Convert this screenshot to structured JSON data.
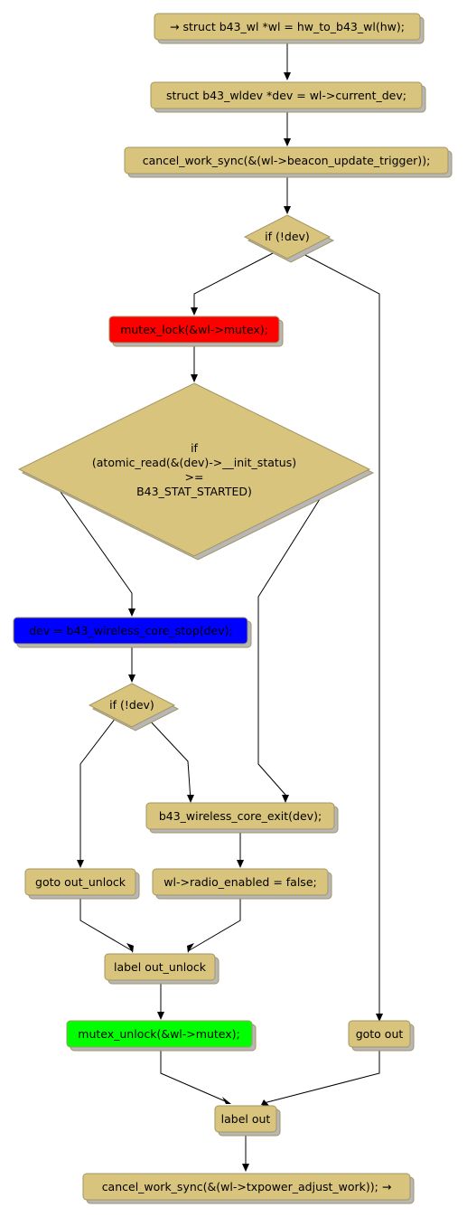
{
  "colors": {
    "default": "#d9c47d",
    "lock": "#ff0000",
    "stop": "#0000ff",
    "unlock": "#00ff00"
  },
  "nodes": {
    "n1": "→ struct b43_wl *wl = hw_to_b43_wl(hw);",
    "n2": "struct b43_wldev *dev = wl->current_dev;",
    "n3": "cancel_work_sync(&(wl->beacon_update_trigger));",
    "d1": "if (!dev)",
    "n4": "mutex_lock(&wl->mutex);",
    "d2": [
      "if",
      "(atomic_read(&(dev)->__init_status)",
      ">=",
      "B43_STAT_STARTED)"
    ],
    "n5": "dev = b43_wireless_core_stop(dev);",
    "d3": "if (!dev)",
    "n6": "b43_wireless_core_exit(dev);",
    "n7": "goto out_unlock",
    "n8": "wl->radio_enabled = false;",
    "n9": "label out_unlock",
    "n10": "mutex_unlock(&wl->mutex);",
    "n11": "goto out",
    "n12": "label out",
    "n13": "cancel_work_sync(&(wl->txpower_adjust_work)); →"
  }
}
